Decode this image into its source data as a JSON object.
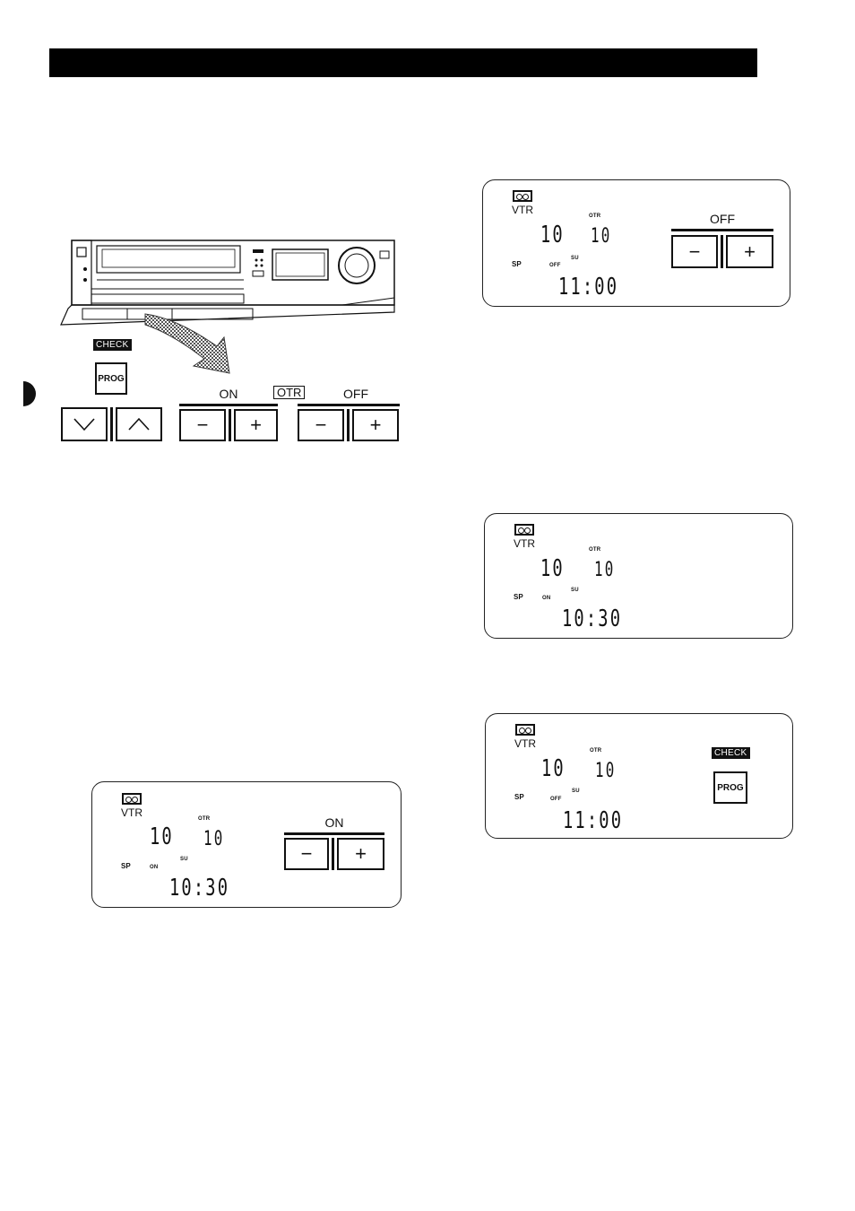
{
  "labels": {
    "vtr": "VTR",
    "otr": "OTR",
    "sp": "SP",
    "su": "SU",
    "on_small": "ON",
    "off_small": "OFF",
    "on": "ON",
    "off": "OFF",
    "check": "CHECK",
    "prog": "PROG",
    "minus": "−",
    "plus": "+"
  },
  "displays": {
    "d1": {
      "day": "10",
      "ch": "10",
      "time": "11:00",
      "mode": "OFF"
    },
    "d2": {
      "day": "10",
      "ch": "10",
      "time": "10:30",
      "mode": "ON"
    },
    "d3": {
      "day": "10",
      "ch": "10",
      "time": "11:00",
      "mode": "OFF"
    },
    "d4": {
      "day": "10",
      "ch": "10",
      "time": "10:30",
      "mode": "ON"
    }
  }
}
